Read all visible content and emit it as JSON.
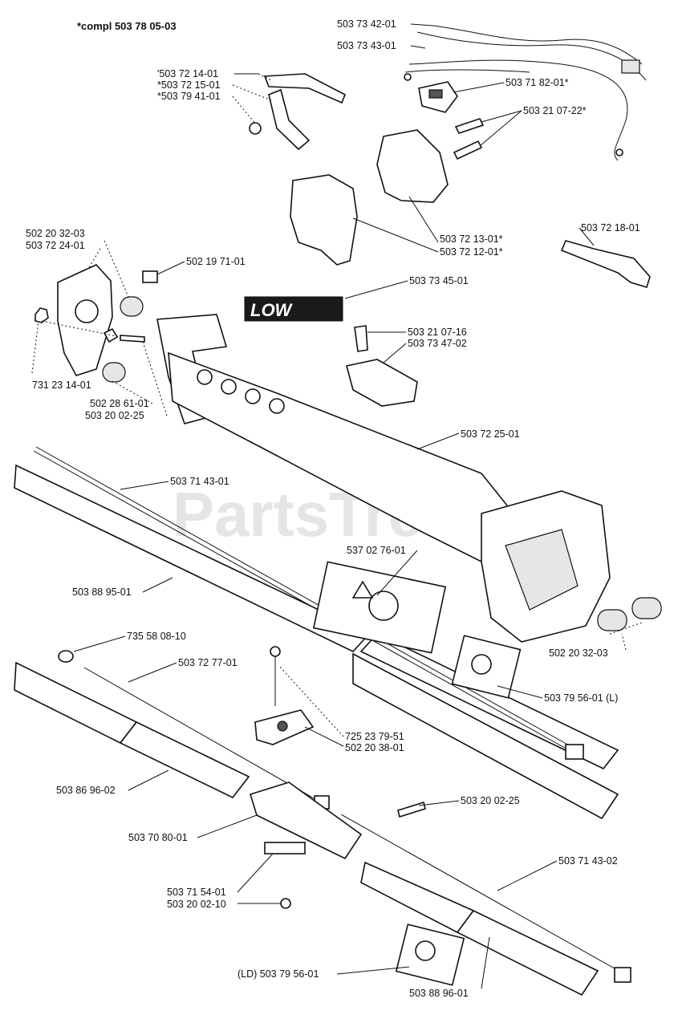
{
  "header": {
    "note": "*compl 503 78 05-03"
  },
  "watermark": {
    "text": "PartsTree",
    "tm": "™"
  },
  "decal": {
    "text": "LOW"
  },
  "labels": [
    "503 73 42-01",
    "503 73 43-01",
    "'503 72 14-01",
    "*503 72 15-01",
    "*503 79 41-01",
    "503 71 82-01*",
    "503 21 07-22*",
    "503 72 13-01*",
    "503 72 12-01*",
    "503 72 18-01",
    "502 20 32-03",
    "503 72 24-01",
    "502 19 71-01",
    "503 73 45-01",
    "503 21 07-16",
    "503 73 47-02",
    "731 23 14-01",
    "502 28 61-01",
    "503 20 02-25",
    "503 72 25-01",
    "503 71 43-01",
    "537 02 76-01",
    "503 88 95-01",
    "735 58 08-10",
    "503 72 77-01",
    "502 20 32-03",
    "503 79 56-01 (L)",
    "725 23 79-51",
    "502 20 38-01",
    "503 86 96-02",
    "503 20 02-25",
    "503 70 80-01",
    "503 71 43-02",
    "503 71 54-01",
    "503 20 02-10",
    "(LD) 503 79 56-01",
    "503 88 96-01"
  ]
}
